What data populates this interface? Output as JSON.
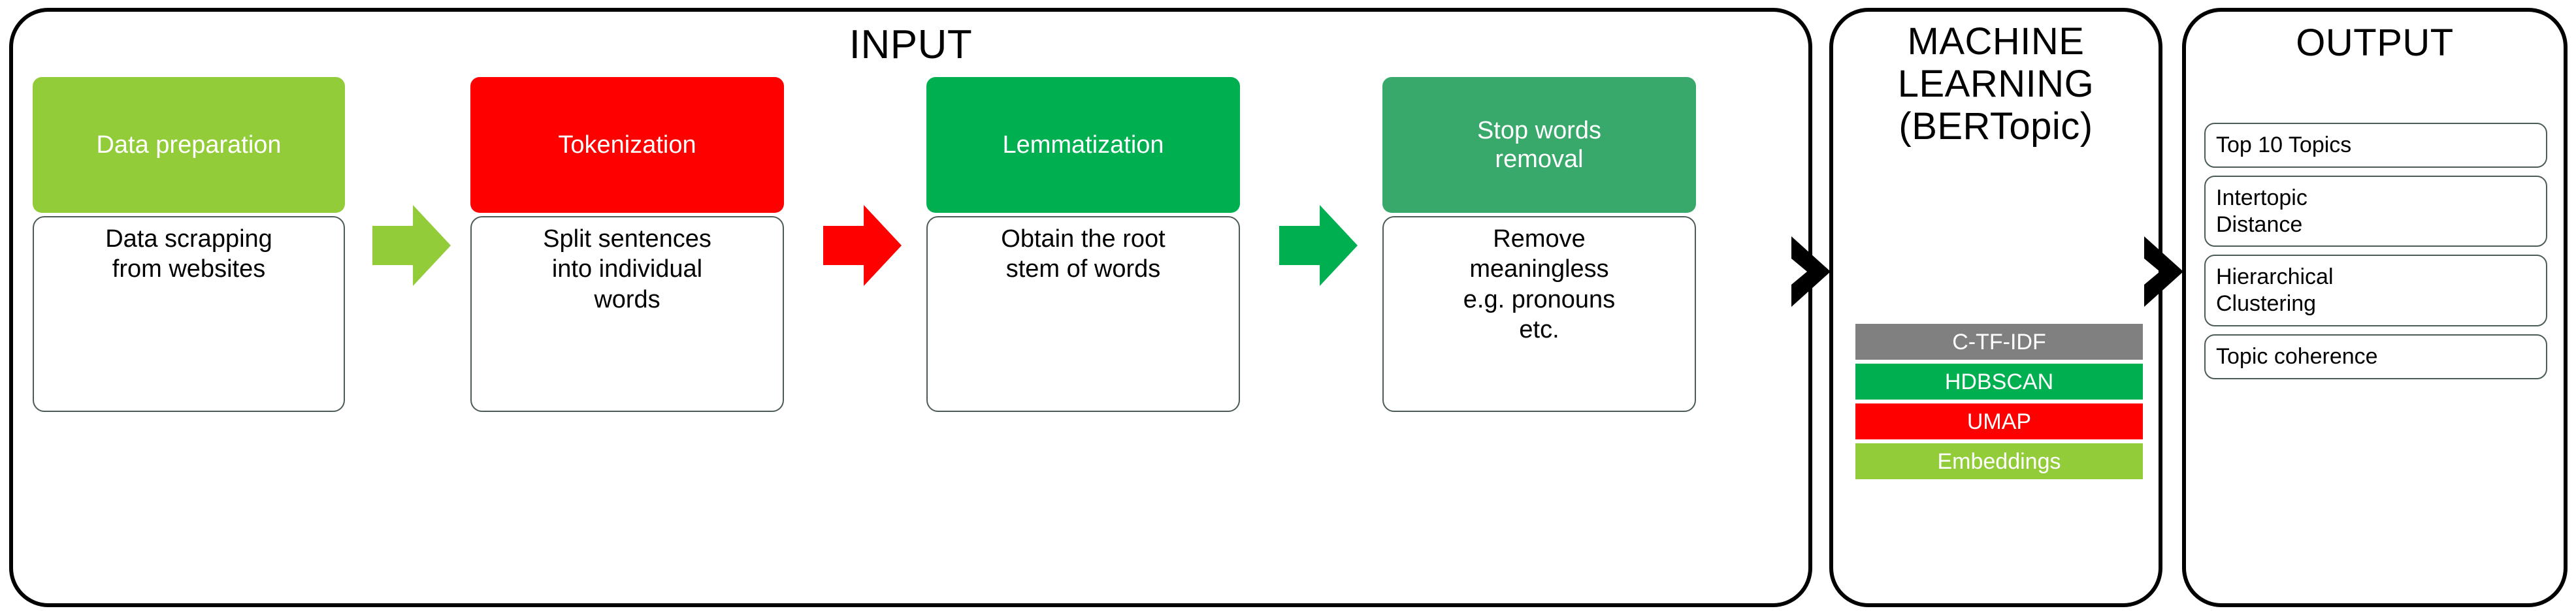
{
  "panels": {
    "input": {
      "title": "INPUT"
    },
    "ml": {
      "title": "MACHINE\nLEARNING\n(BERTopic)"
    },
    "output": {
      "title": "OUTPUT"
    }
  },
  "pipeline": {
    "stages": [
      {
        "label": "Data preparation",
        "description": "Data scrapping\nfrom websites",
        "color": "#92CC38",
        "arrow_color": "#92CC38",
        "arrow_name": "arrow-data-preparation-to-tokenization"
      },
      {
        "label": "Tokenization",
        "description": "Split sentences\ninto individual\nwords",
        "color": "#FF0000",
        "arrow_color": "#FF0000",
        "arrow_name": "arrow-tokenization-to-lemmatization"
      },
      {
        "label": "Lemmatization",
        "description": "Obtain the root\nstem of words",
        "color": "#00B050",
        "arrow_color": "#00B050",
        "arrow_name": "arrow-lemmatization-to-stop-words-removal"
      },
      {
        "label": "Stop words\nremoval",
        "description": "Remove\nmeaningless\ne.g. pronouns\netc.",
        "color": "#38A96B",
        "arrow_color": null,
        "arrow_name": null
      }
    ]
  },
  "machine_learning": {
    "stack": [
      {
        "label": "C-TF-IDF",
        "color": "#808080"
      },
      {
        "label": "HDBSCAN",
        "color": "#00B050"
      },
      {
        "label": "UMAP",
        "color": "#FF0000"
      },
      {
        "label": "Embeddings",
        "color": "#92CC38"
      }
    ]
  },
  "output": {
    "items": [
      {
        "label": "Top 10 Topics",
        "multiline": false
      },
      {
        "label": "Intertopic\nDistance",
        "multiline": true
      },
      {
        "label": "Hierarchical\nClustering",
        "multiline": true
      },
      {
        "label": "Topic coherence",
        "multiline": false
      }
    ]
  },
  "connectors": [
    {
      "name": "chevron-input-to-machine-learning",
      "color": "#000000"
    },
    {
      "name": "chevron-machine-learning-to-output",
      "color": "#000000"
    }
  ]
}
